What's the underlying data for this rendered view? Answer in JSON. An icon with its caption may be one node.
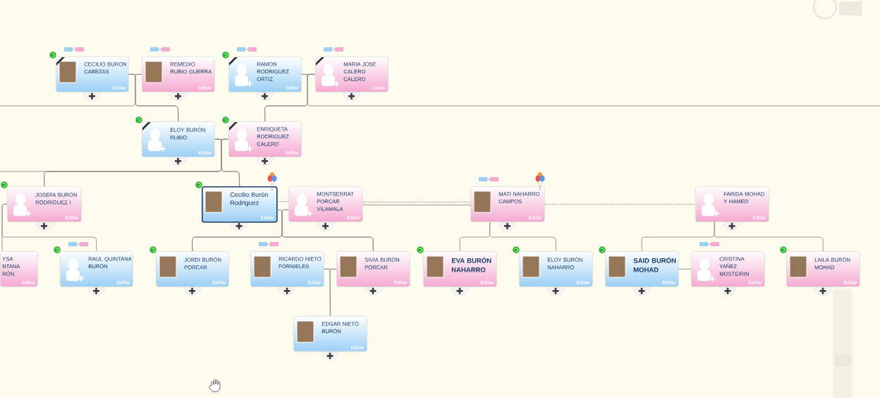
{
  "diagram": {
    "nodes": [
      {
        "text": [
          "CECILIO BURON CABEZAS",
          "Editar"
        ]
      },
      {
        "text": [
          "REMEDIO RUBIO GUERRA",
          "Editar"
        ]
      },
      {
        "text": [
          "RAMON RODRIGUEZ ORTIZ",
          "Editar"
        ]
      },
      {
        "text": [
          "MARIA JOSE CALERO CALERO",
          "Editar"
        ]
      },
      {
        "text": [
          "ELOY BURÓN RUBIO",
          "Editar"
        ]
      },
      {
        "text": [
          "ENRIQUETA RODRIGUEZ CALERO",
          "Editar"
        ]
      },
      {
        "text": [
          "JOSEFA BURÓN RODRIGUEZ I",
          "Editar"
        ]
      },
      {
        "text": [
          "Cecilio Burón Rodriguez",
          "Editar"
        ]
      },
      {
        "text": [
          "MONTSERRAT PORCAR VILAMALA",
          "Editar"
        ]
      },
      {
        "text": [
          "MATI NAHARRO CAMPOS",
          "Editar"
        ]
      },
      {
        "text": [
          "FARIDA MOHAD Y HAMED",
          "Editar"
        ]
      },
      {
        "text": [
          "YSA NTANA RÓN",
          "Editar"
        ]
      },
      {
        "text": [
          "RAUL QUINTANA BURÓN",
          "Editar"
        ]
      },
      {
        "text": [
          "JORDI BURÓN PORCAR",
          "Editar"
        ]
      },
      {
        "text": [
          "RICARDO NIETO FORNIELES",
          "Editar"
        ]
      },
      {
        "text": [
          "SIVIA BURÓN PORCAR",
          "Editar"
        ]
      },
      {
        "text": [
          "EVA BURÓN NAHARRO",
          "Editar"
        ]
      },
      {
        "text": [
          "ELOY BURÓN NAHARRO",
          "Editar"
        ]
      },
      {
        "text": [
          "SAID BURÓN MOHAD",
          "Editar"
        ]
      },
      {
        "text": [
          "CRISTINA YAÑEZ MOSTEIRIN",
          "Editar"
        ]
      },
      {
        "text": [
          "LAILA BURÓN MOHAD",
          "Editar"
        ]
      },
      {
        "text": [
          "EDGAR NIETO BURÓN",
          "Editar"
        ]
      }
    ],
    "edges": [
      {
        "from": 0,
        "to": 1,
        "arrow": "none"
      },
      {
        "from": 2,
        "to": 3,
        "arrow": "none"
      },
      {
        "from": 0,
        "to": 4,
        "arrow": "none"
      },
      {
        "from": 1,
        "to": 4,
        "arrow": "none"
      },
      {
        "from": 2,
        "to": 5,
        "arrow": "none"
      },
      {
        "from": 3,
        "to": 5,
        "arrow": "none"
      },
      {
        "from": 0,
        "to": null,
        "arrow": "none"
      },
      {
        "from": 3,
        "to": null,
        "arrow": "none"
      },
      {
        "from": 4,
        "to": 5,
        "arrow": "none"
      },
      {
        "from": 4,
        "to": 6,
        "arrow": "none"
      },
      {
        "from": 5,
        "to": 6,
        "arrow": "none"
      },
      {
        "from": 4,
        "to": 7,
        "arrow": "none"
      },
      {
        "from": 5,
        "to": 7,
        "arrow": "none"
      },
      {
        "from": 4,
        "to": null,
        "arrow": "none"
      },
      {
        "from": 7,
        "to": 8,
        "arrow": "none",
        "style": "dashed"
      },
      {
        "from": 8,
        "to": 9,
        "arrow": "none"
      },
      {
        "from": 8,
        "to": 9,
        "arrow": "none",
        "style": "dashed"
      },
      {
        "from": 9,
        "to": 10,
        "arrow": "none",
        "style": "dashed"
      },
      {
        "from": 6,
        "to": 11,
        "arrow": "none"
      },
      {
        "from": 6,
        "to": 12,
        "arrow": "none"
      },
      {
        "from": 7,
        "to": 13,
        "arrow": "none"
      },
      {
        "from": 8,
        "to": 13,
        "arrow": "none"
      },
      {
        "from": 7,
        "to": 15,
        "arrow": "none"
      },
      {
        "from": 8,
        "to": 15,
        "arrow": "none"
      },
      {
        "from": 14,
        "to": 15,
        "arrow": "none"
      },
      {
        "from": 14,
        "to": 21,
        "arrow": "none"
      },
      {
        "from": 15,
        "to": 21,
        "arrow": "none"
      },
      {
        "from": 9,
        "to": 16,
        "arrow": "none"
      },
      {
        "from": 9,
        "to": 17,
        "arrow": "none"
      },
      {
        "from": 10,
        "to": 18,
        "arrow": "none"
      },
      {
        "from": 10,
        "to": 20,
        "arrow": "none"
      },
      {
        "from": 18,
        "to": 19,
        "arrow": "none"
      }
    ]
  }
}
